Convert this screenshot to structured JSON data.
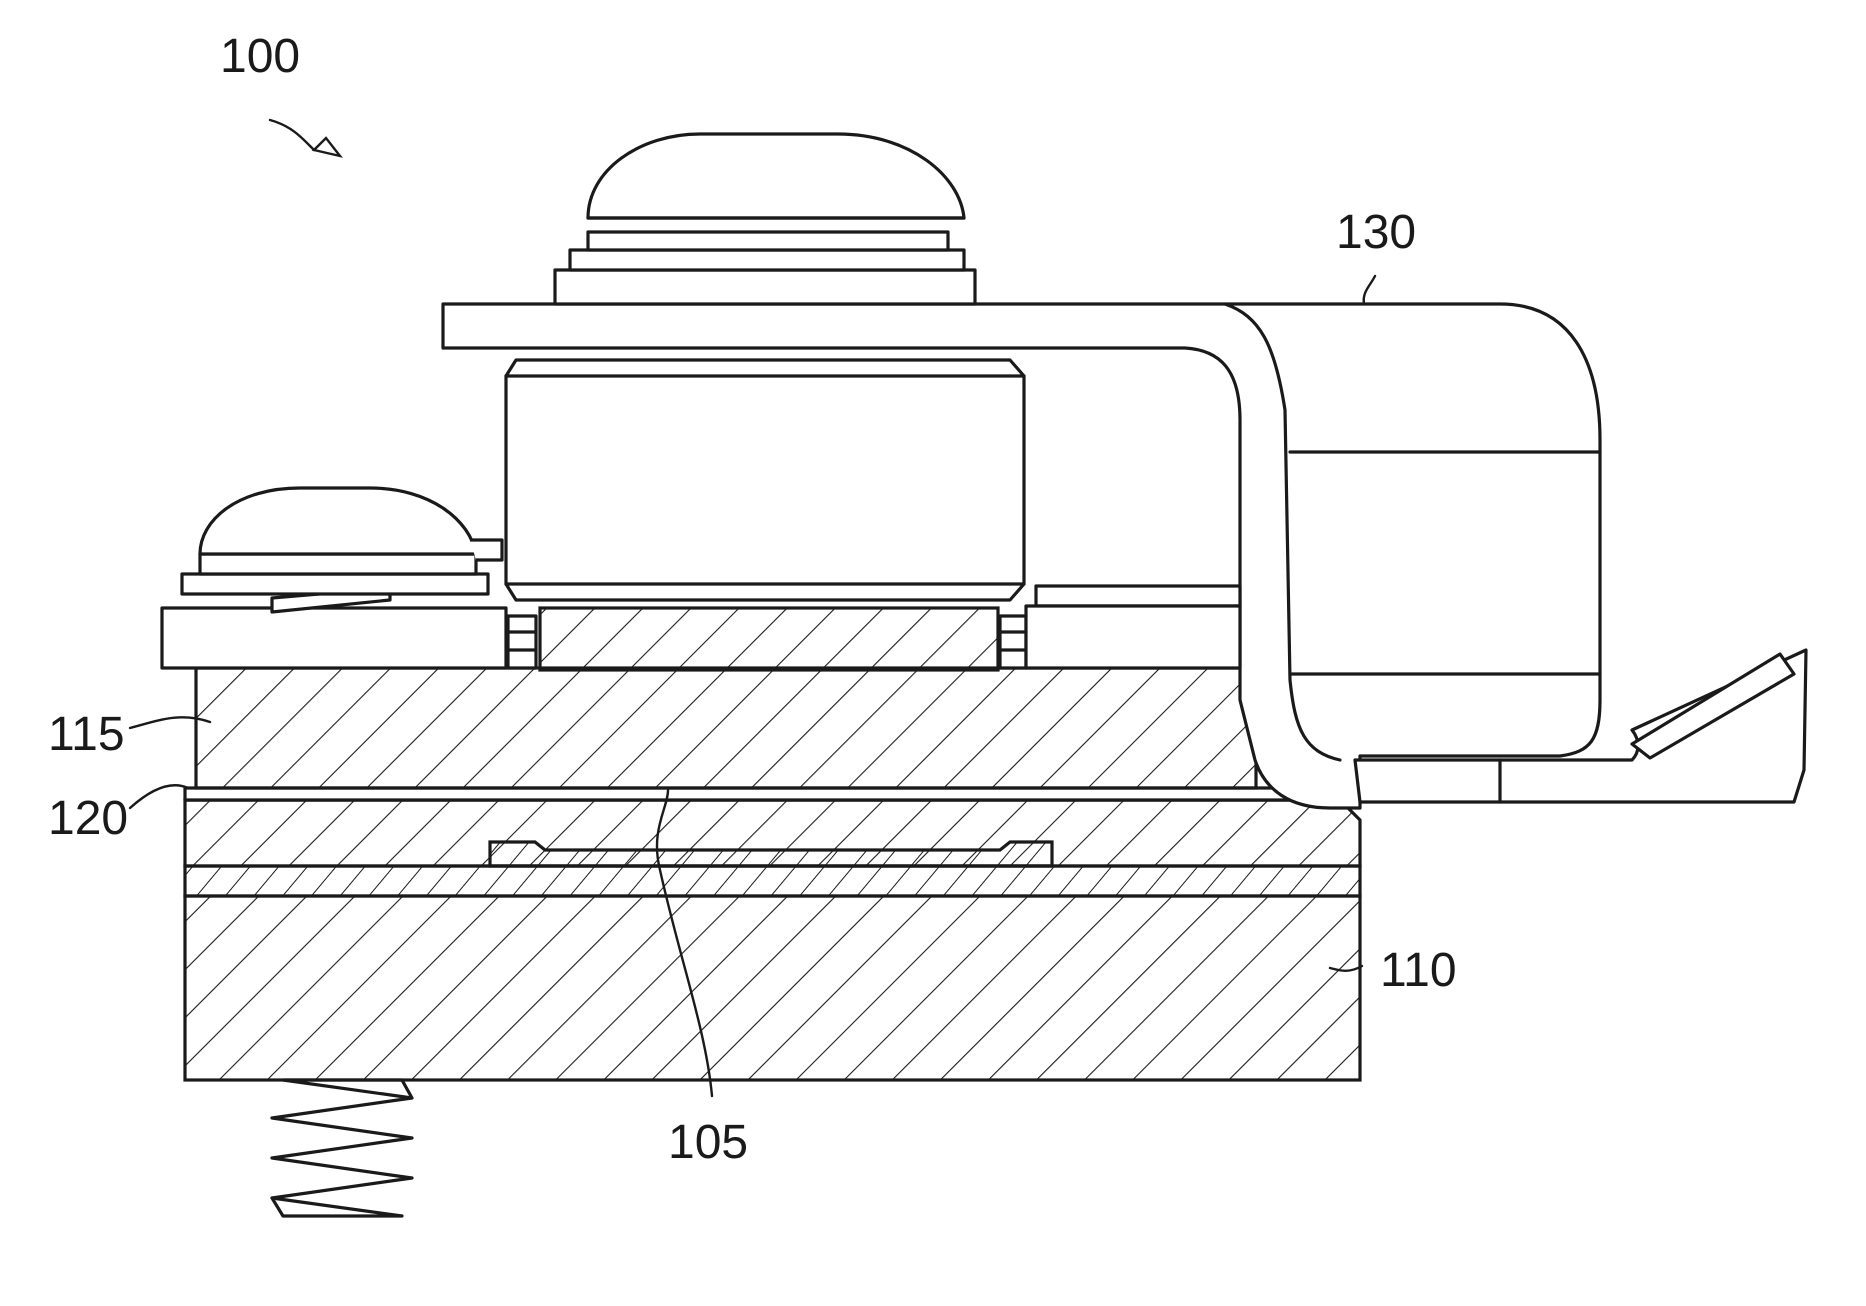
{
  "figure": {
    "labels": {
      "ref_100": "100",
      "ref_130": "130",
      "ref_115": "115",
      "ref_120": "120",
      "ref_110": "110",
      "ref_105": "105"
    },
    "colors": {
      "line": "#1a1a1a",
      "background": "#ffffff"
    }
  }
}
